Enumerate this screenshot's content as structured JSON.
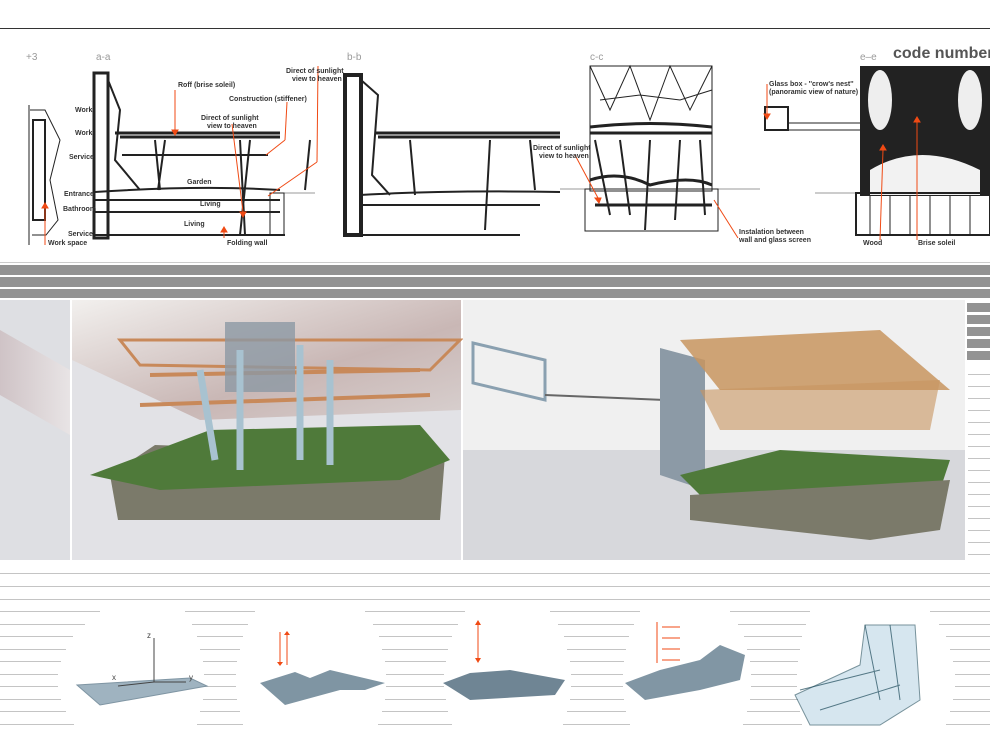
{
  "sections": {
    "plus3": "+3",
    "aa": "a-a",
    "bb": "b-b",
    "cc": "c-c",
    "ee": "e–e"
  },
  "code_number": "code number",
  "aa_labels": {
    "work1": "Work",
    "work2": "Work",
    "service_top": "Service",
    "entrance": "Entrance",
    "bathroom": "Bathroom",
    "service_bottom": "Service",
    "work_space": "Work space",
    "roof": "Roff (brise soleil)",
    "construction": "Construction (stiffener)",
    "sunlight1_line1": "Direct of sunlight",
    "sunlight1_line2": "view to heaven",
    "sunlight2_line1": "Direct of sunlight",
    "sunlight2_line2": "view to heaven",
    "garden": "Garden",
    "living1": "Living",
    "living2": "Living",
    "folding_wall": "Folding wall"
  },
  "cc_labels": {
    "sunlight_line1": "Direct of sunlight",
    "sunlight_line2": "view to heaven",
    "installation_line1": "Instalation between",
    "installation_line2": "wall and glass screen"
  },
  "ee_labels": {
    "glass_box_line1": "Glass box - ''crow's nest''",
    "glass_box_line2": "(panoramic view of nature)",
    "wood": "Wood",
    "brise_soleil": "Brise soleil"
  },
  "axes": {
    "x": "x",
    "y": "y",
    "z": "z"
  },
  "colors": {
    "accent": "#f04a14",
    "band": "#939393",
    "grass": "#4f7a3a",
    "wood": "#c8895a",
    "surface": "#7f95a3"
  }
}
